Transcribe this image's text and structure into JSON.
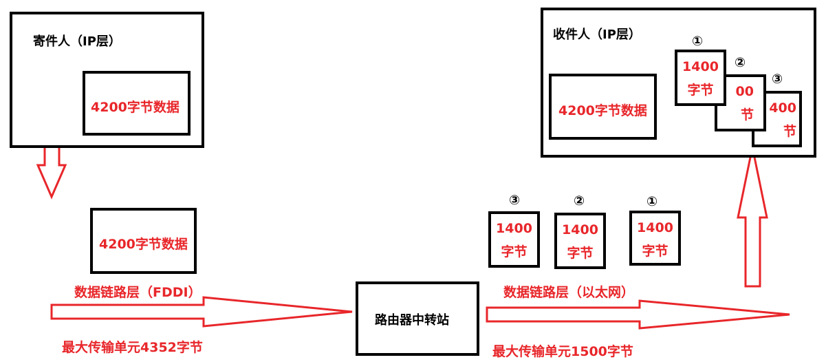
{
  "sender": {
    "title": "寄件人（IP层）",
    "data": "4200字节数据"
  },
  "left_link": {
    "data": "4200字节数据",
    "layer": "数据链路层（FDDI）",
    "mtu": "最大传输单元4352字节"
  },
  "router": {
    "label": "路由器中转站"
  },
  "right_link": {
    "fragments": [
      {
        "num": "③",
        "line1": "1400",
        "line2": "字节"
      },
      {
        "num": "②",
        "line1": "1400",
        "line2": "字节"
      },
      {
        "num": "①",
        "line1": "1400",
        "line2": "字节"
      }
    ],
    "layer": "数据链路层（以太网）",
    "mtu": "最大传输单元1500字节"
  },
  "receiver": {
    "title": "收件人（IP层）",
    "data": "4200字节数据",
    "fragments": [
      {
        "num": "①",
        "line1": "1400",
        "line2": "字节"
      },
      {
        "num": "②",
        "line1": "00",
        "line2": "节"
      },
      {
        "num": "③",
        "line1": "400",
        "line2": "节"
      }
    ]
  },
  "colors": {
    "accent": "#e8262a",
    "stroke": "#000000"
  }
}
